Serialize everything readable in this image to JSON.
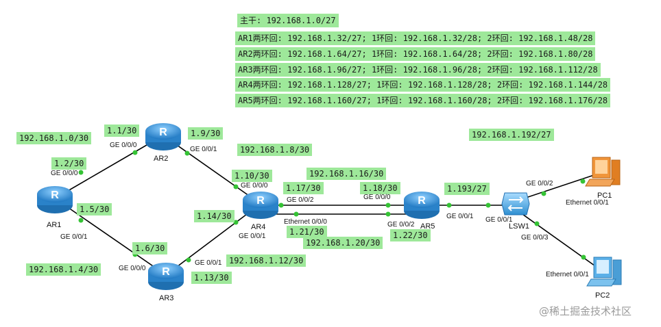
{
  "plan": {
    "backbone": "主干: 192.168.1.0/27",
    "rows": [
      "AR1两环回: 192.168.1.32/27; 1环回: 192.168.1.32/28; 2环回: 192.168.1.48/28",
      "AR2两环回: 192.168.1.64/27; 1环回: 192.168.1.64/28; 2环回: 192.168.1.80/28",
      "AR3两环回: 192.168.1.96/27; 1环回: 192.168.1.96/28; 2环回: 192.168.1.112/28",
      "AR4两环回: 192.168.1.128/27; 1环回: 192.168.1.128/28; 2环回: 192.168.1.144/28",
      "AR5两环回: 192.168.1.160/27; 1环回: 192.168.1.160/28; 2环回: 192.168.1.176/28"
    ]
  },
  "subnets": {
    "ar1_ar2": "192.168.1.0/30",
    "ar2_ar4": "192.168.1.8/30",
    "ar1_ar3": "192.168.1.4/30",
    "ar3_ar4": "192.168.1.12/30",
    "ar4_ar5_a": "192.168.1.16/30",
    "ar4_ar5_b": "192.168.1.20/30",
    "lan": "192.168.1.192/27"
  },
  "ips": {
    "ar2_g000": "1.1/30",
    "ar2_g001": "1.9/30",
    "ar1_g000": "1.2/30",
    "ar1_g001": "1.5/30",
    "ar4_g000": "1.10/30",
    "ar4_g002": "1.17/30",
    "ar5_g000": "1.18/30",
    "ar4_g001": "1.14/30",
    "ar4_eth": "1.21/30",
    "ar5_g002": "1.22/30",
    "ar3_g000": "1.6/30",
    "ar3_g001": "1.13/30",
    "ar5_g001": "1.193/27"
  },
  "ports": {
    "ar2_a": "GE 0/0/0",
    "ar2_b": "GE 0/0/1",
    "ar1_a": "GE 0/0/0",
    "ar1_b": "GE 0/0/1",
    "ar4_a": "GE 0/0/0",
    "ar4_b": "GE 0/0/2",
    "ar4_c": "Ethernet 0/0/0",
    "ar4_d": "GE 0/0/1",
    "ar5_a": "GE 0/0/0",
    "ar5_b": "GE 0/0/2",
    "ar5_c": "GE 0/0/1",
    "ar3_a": "GE 0/0/0",
    "ar3_b": "GE 0/0/1",
    "sw_a": "GE 0/0/1",
    "sw_b": "GE 0/0/2",
    "sw_c": "GE 0/0/3",
    "pc1_a": "Ethernet 0/0/1",
    "pc2_a": "Ethernet 0/0/1"
  },
  "devices": {
    "ar1": "AR1",
    "ar2": "AR2",
    "ar3": "AR3",
    "ar4": "AR4",
    "ar5": "AR5",
    "sw": "LSW1",
    "pc1": "PC1",
    "pc2": "PC2"
  },
  "watermark": "@稀土掘金技术社区",
  "colors": {
    "label_bg": "#9ee89a",
    "router_body": "#2f8fd1",
    "link_dot": "#35c335",
    "pc_orange": "#f0953a",
    "pc_blue": "#5bb0e8"
  }
}
